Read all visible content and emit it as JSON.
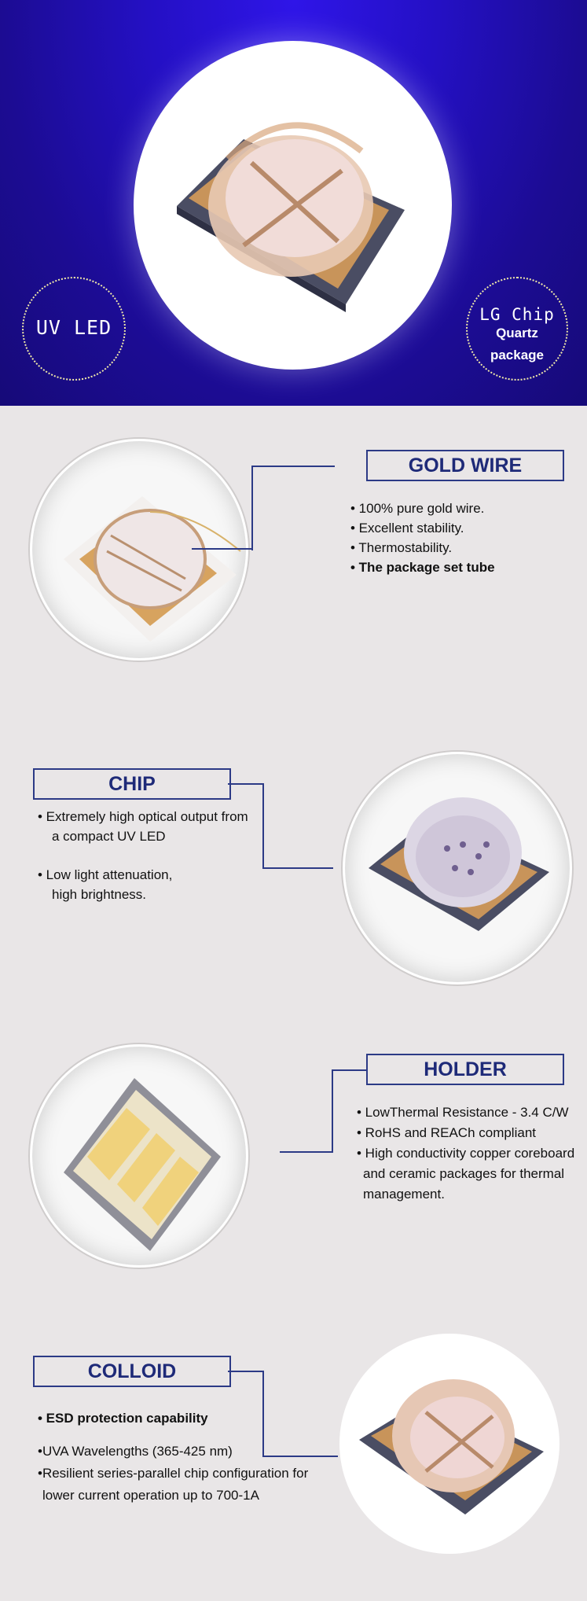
{
  "hero": {
    "badge_left": "UV LED",
    "badge_right_line1": "LG  Chip",
    "badge_right_line2": "Quartz",
    "badge_right_line3": "package"
  },
  "gold_wire": {
    "title": "GOLD WIRE",
    "bullets": [
      "• 100% pure gold wire.",
      "• Excellent stability.",
      "• Thermostability.",
      "• The package set tube"
    ]
  },
  "chip": {
    "title": "CHIP",
    "bullets": [
      "• Extremely high optical output from",
      "   a compact UV LED",
      "• Low light attenuation,",
      "   high brightness."
    ]
  },
  "holder": {
    "title": "HOLDER",
    "bullets": [
      "• LowThermal Resistance - 3.4 C/W",
      "• RoHS and REACh compliant",
      "• High conductivity copper coreboard",
      "   and ceramic packages for thermal",
      "   management."
    ]
  },
  "colloid": {
    "title": "COLLOID",
    "bullets": [
      "• ESD protection capability",
      "•UVA Wavelengths (365-425 nm)",
      "•Resilient series-parallel chip configuration for",
      "  lower current operation up to 700-1A"
    ]
  },
  "colors": {
    "hero_blue": "#1c0c93",
    "title_navy": "#1e2a78",
    "page_bg": "#e9e6e7"
  }
}
